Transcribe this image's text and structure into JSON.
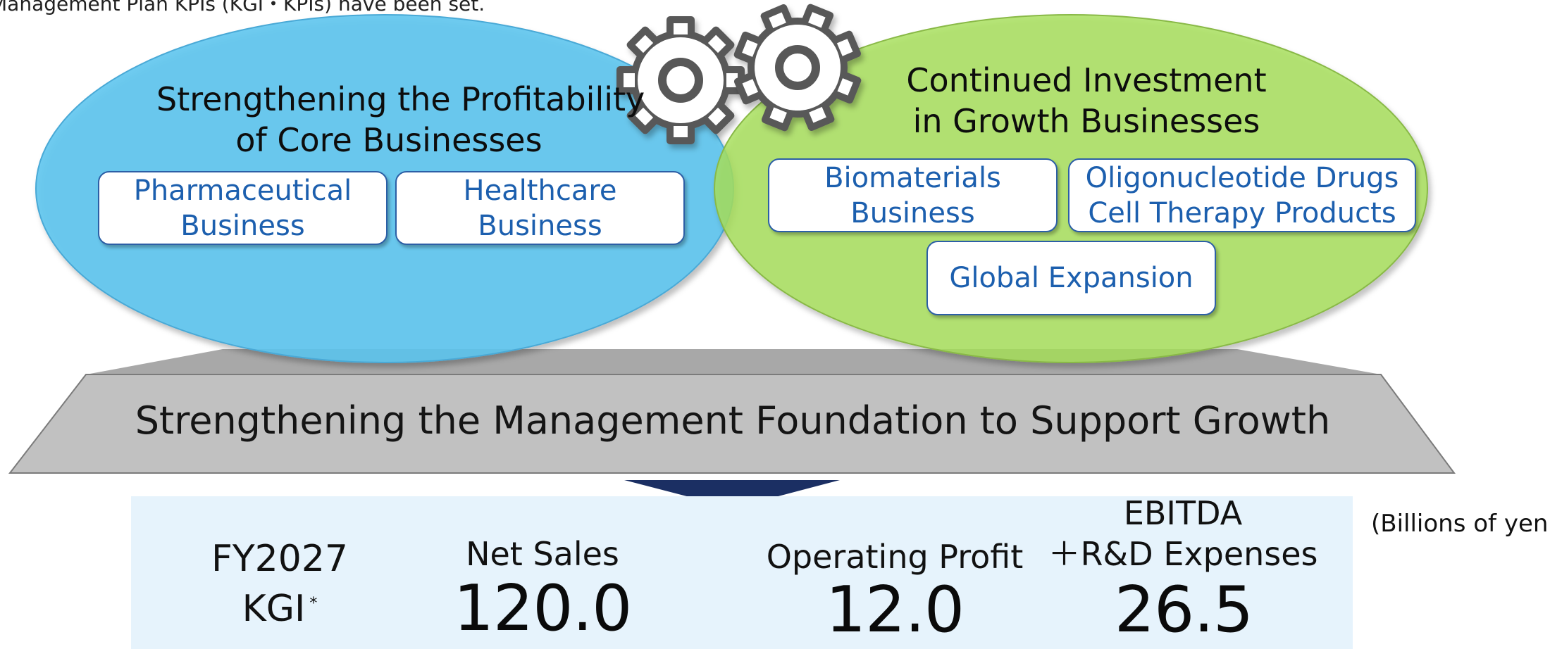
{
  "header": {
    "note": "Management Plan KPIs (KGI・KPIs) have been set."
  },
  "core": {
    "title_line1": "Strengthening the Profitability",
    "title_line2": "of Core Businesses",
    "boxes": [
      {
        "line1": "Pharmaceutical",
        "line2": "Business"
      },
      {
        "line1": "Healthcare",
        "line2": "Business"
      }
    ]
  },
  "growth": {
    "title_line1": "Continued Investment",
    "title_line2": "in Growth Businesses",
    "boxes": [
      {
        "line1": "Biomaterials",
        "line2": "Business"
      },
      {
        "line1": "Oligonucleotide Drugs",
        "line2": "Cell Therapy Products"
      },
      {
        "line1": "Global Expansion",
        "line2": ""
      }
    ]
  },
  "foundation": {
    "text": "Strengthening the Management Foundation to Support Growth"
  },
  "kgi": {
    "label_line1": "FY2027",
    "label_line2": "KGI",
    "label_mark": "*",
    "unit": "(Billions of yen)",
    "metrics": [
      {
        "label_line1": "",
        "label_line2": "Net Sales",
        "value": "120.0"
      },
      {
        "label_line1": "",
        "label_line2": "Operating Profit",
        "value": "12.0"
      },
      {
        "label_line1": "EBITDA",
        "label_line2": "＋R&D Expenses",
        "value": "26.5"
      }
    ]
  },
  "colors": {
    "core_ellipse": "#5cc5ef",
    "growth_ellipse": "#a7df5c",
    "foundation": "#c1c1c1",
    "arrow": "#1b2f63",
    "panel": "#e6f3fc",
    "box_text": "#1c5fae",
    "gear": "#595959"
  },
  "icons": {
    "gears": [
      "gear-icon",
      "gear-icon"
    ]
  }
}
